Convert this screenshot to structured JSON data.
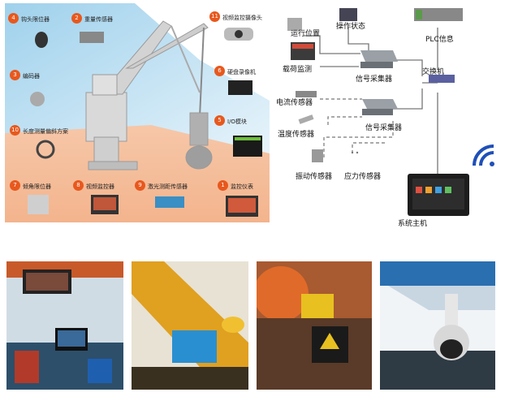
{
  "left_panel": {
    "items": [
      {
        "num": "4",
        "label": "钩头限位器"
      },
      {
        "num": "2",
        "label": "重量传感器"
      },
      {
        "num": "11",
        "label": "视频监控摄像头"
      },
      {
        "num": "3",
        "label": "编码器"
      },
      {
        "num": "6",
        "label": "硬盘录像机"
      },
      {
        "num": "10",
        "label": "长度测量偏斜方案"
      },
      {
        "num": "5",
        "label": "I/O模块"
      },
      {
        "num": "7",
        "label": "倾角限位器"
      },
      {
        "num": "8",
        "label": "视频监控器"
      },
      {
        "num": "9",
        "label": "激光测距传感器"
      },
      {
        "num": "1",
        "label": "监控仪表"
      }
    ]
  },
  "right_diagram": {
    "labels": {
      "run_position": "运行位置",
      "operation_status": "操作状态",
      "plc_info": "PLC信息",
      "load_monitor": "载荷监测",
      "collector1": "信号采集器",
      "switch": "交换机",
      "current_sensor": "电流传感器",
      "collector2": "信号采集器",
      "temp_sensor": "温度传感器",
      "vibration_sensor": "振动传感器",
      "stress_sensor": "应力传感器",
      "host": "系统主机"
    },
    "colors": {
      "accent": "#e8581d",
      "wifi": "#1f4fb8"
    }
  }
}
